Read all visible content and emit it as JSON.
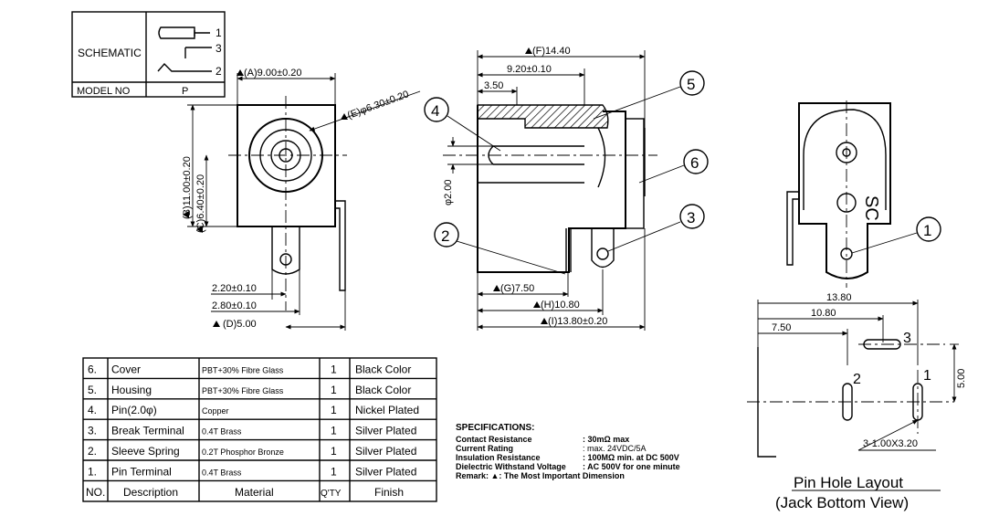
{
  "schematic": {
    "label": "SCHEMATIC",
    "model_header": "MODEL NO",
    "model_value": "P",
    "pins": [
      "1",
      "3",
      "2"
    ]
  },
  "front_view": {
    "dim_a": "(A)9.00±0.20",
    "dim_e": "(E)φ6.30±0.20",
    "dim_b": "(B)11.00±0.20",
    "dim_c": "(C)6.40±0.20",
    "dim_1": "2.20±0.10",
    "dim_2": "2.80±0.10",
    "dim_d": "(D)5.00"
  },
  "side_view": {
    "dim_f": "(F)14.40",
    "dim_920": "9.20±0.10",
    "dim_350": "3.50",
    "dim_pin": "φ2.00",
    "dim_g": "(G)7.50",
    "dim_h": "(H)10.80",
    "dim_i": "(I)13.80±0.20",
    "callouts": [
      "2",
      "3",
      "4",
      "5",
      "6"
    ]
  },
  "bottom_view": {
    "callout": "1",
    "stamp": "SC"
  },
  "pin_layout": {
    "dim_1380": "13.80",
    "dim_1080": "10.80",
    "dim_750": "7.50",
    "dim_500": "5.00",
    "hole_spec": "3-1.00X3.20",
    "pin_labels": [
      "3",
      "2",
      "1"
    ],
    "title": "Pin Hole Layout",
    "subtitle": "(Jack Bottom View)"
  },
  "parts_table": {
    "headers": [
      "NO.",
      "Description",
      "Material",
      "Q'TY",
      "Finish"
    ],
    "rows": [
      [
        "6.",
        "Cover",
        "PBT+30% Fibre Glass",
        "1",
        "Black Color"
      ],
      [
        "5.",
        "Housing",
        "PBT+30% Fibre Glass",
        "1",
        "Black Color"
      ],
      [
        "4.",
        "Pin(2.0φ)",
        "Copper",
        "1",
        "Nickel Plated"
      ],
      [
        "3.",
        "Break Terminal",
        "0.4T Brass",
        "1",
        "Silver Plated"
      ],
      [
        "2.",
        "Sleeve Spring",
        "0.2T Phosphor Bronze",
        "1",
        "Silver Plated"
      ],
      [
        "1.",
        "Pin Terminal",
        "0.4T Brass",
        "1",
        "Silver Plated"
      ]
    ]
  },
  "specs": {
    "title": "SPECIFICATIONS:",
    "rows": [
      {
        "label": "Contact Resistance",
        "value": ": 30mΩ max"
      },
      {
        "label": "Current Rating",
        "value": ": max. 24VDC/5A"
      },
      {
        "label": "Insulation Resistance",
        "value": ": 100MΩ min. at DC 500V"
      },
      {
        "label": "Dielectric Withstand Voltage",
        "value": ": AC 500V for one minute"
      }
    ],
    "remark": "Remark: ▲: The Most Important Dimension"
  }
}
